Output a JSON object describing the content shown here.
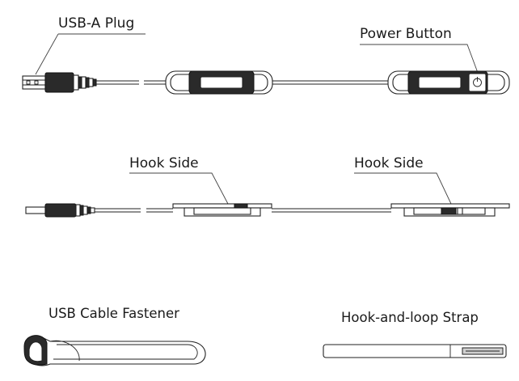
{
  "labels": {
    "usb_plug": "USB-A Plug",
    "power_button": "Power Button",
    "hook_side_left": "Hook Side",
    "hook_side_right": "Hook Side",
    "usb_cable_fastener": "USB Cable Fastener",
    "hook_loop_strap": "Hook-and-loop Strap"
  },
  "colors": {
    "line": "#222222",
    "dark_fill": "#2a2a2a",
    "grey_fill": "#cfcfcf",
    "background": "#ffffff"
  }
}
